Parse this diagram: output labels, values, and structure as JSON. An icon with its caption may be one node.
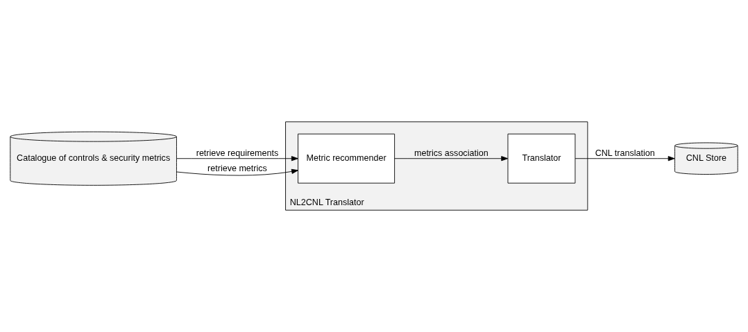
{
  "diagram": {
    "nodes": [
      {
        "text": [
          "Catalogue of controls & security metrics"
        ]
      },
      {
        "text": [
          "NL2CNL Translator"
        ]
      },
      {
        "text": [
          "Metric recommender"
        ],
        "in": 1
      },
      {
        "text": [
          "Translator"
        ],
        "in": 1
      },
      {
        "text": [
          "CNL Store"
        ]
      }
    ],
    "edges": [
      {
        "from": 0,
        "to": 2,
        "arrow": "to",
        "label": "retrieve requirements"
      },
      {
        "from": 0,
        "to": 2,
        "arrow": "to",
        "label": "retrieve metrics"
      },
      {
        "from": 2,
        "to": 3,
        "arrow": "to",
        "label": "metrics association"
      },
      {
        "from": 3,
        "to": 4,
        "arrow": "to",
        "label": "CNL translation"
      }
    ]
  }
}
